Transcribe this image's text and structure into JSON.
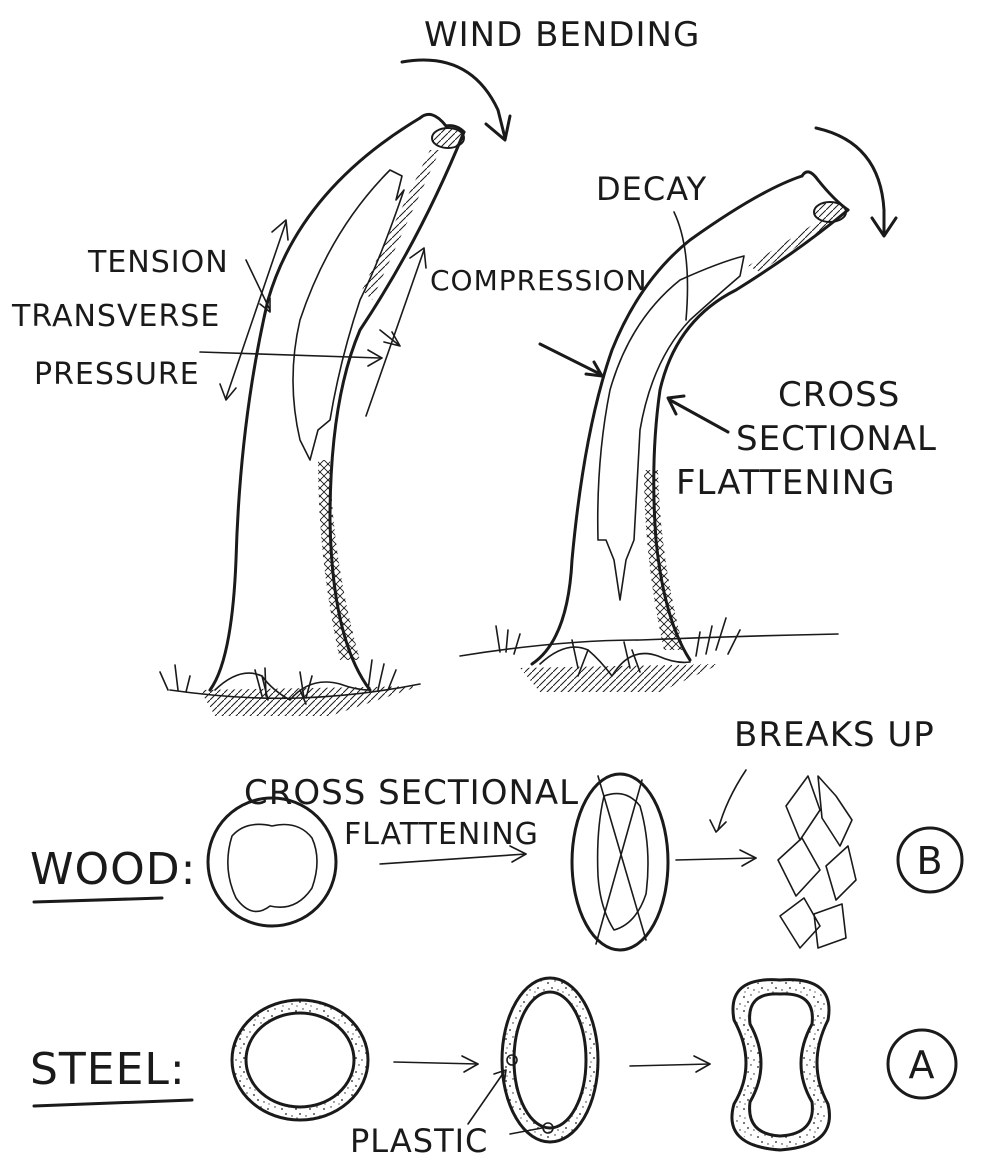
{
  "labels": {
    "wind_bending": "WIND BENDING",
    "tension": "TENSION",
    "transverse": "TRANSVERSE",
    "pressure": "PRESSURE",
    "compression": "COMPRESSION",
    "decay": "DECAY",
    "cross_sectional_right_1": "CROSS",
    "cross_sectional_right_2": "SECTIONAL",
    "flattening_right": "FLATTENING",
    "breaks_up": "BREAKS UP",
    "cross_sectional_wood": "CROSS SECTIONAL",
    "flattening_wood": "FLATTENING",
    "wood": "WOOD:",
    "steel": "STEEL:",
    "marker_b": "B",
    "marker_a": "A",
    "plastic": "PLASTIC"
  },
  "colors": {
    "ink": "#1a1a1a",
    "paper": "#ffffff"
  }
}
